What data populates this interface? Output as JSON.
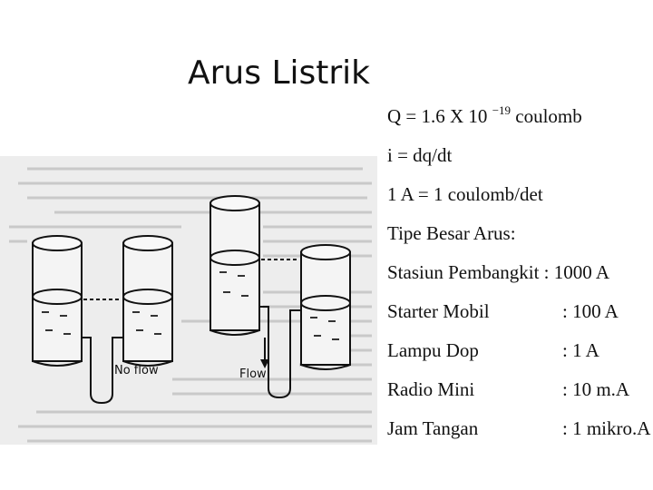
{
  "slide": {
    "title": "Arus Listrik",
    "charge": {
      "prefix": "Q = 1.6 X 10",
      "exponent": "−19",
      "suffix": " coulomb"
    },
    "current_def": "i = dq/dt",
    "ampere_def": "1 A = 1 coulomb/det",
    "list_heading": "Tipe Besar Arus:",
    "first_item": "Stasiun Pembangkit : 1000 A",
    "items": [
      {
        "label": "Starter Mobil",
        "value": ": 100 A"
      },
      {
        "label": "Lampu Dop",
        "value": ": 1 A"
      },
      {
        "label": "Radio Mini",
        "value": ": 10 m.A"
      },
      {
        "label": "Jam Tangan",
        "value": ": 1 mikro.A"
      }
    ]
  },
  "figure": {
    "label_no_flow": "No flow",
    "label_flow": "Flow"
  }
}
